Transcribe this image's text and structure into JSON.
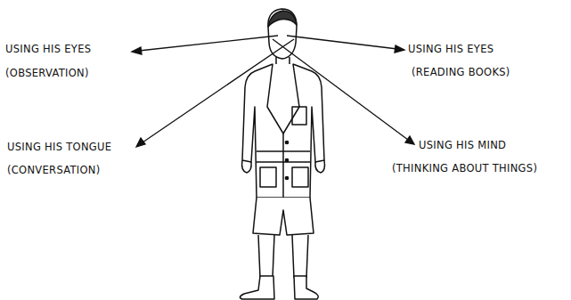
{
  "diagram": {
    "labels": [
      "USING HIS EYES",
      "(OBSERVATION)",
      "USING HIS EYES",
      "(READING BOOKS)",
      "USING HIS TONGUE",
      "(CONVERSATION)",
      "USING HIS MIND",
      "(THINKING ABOUT THINGS)"
    ]
  }
}
